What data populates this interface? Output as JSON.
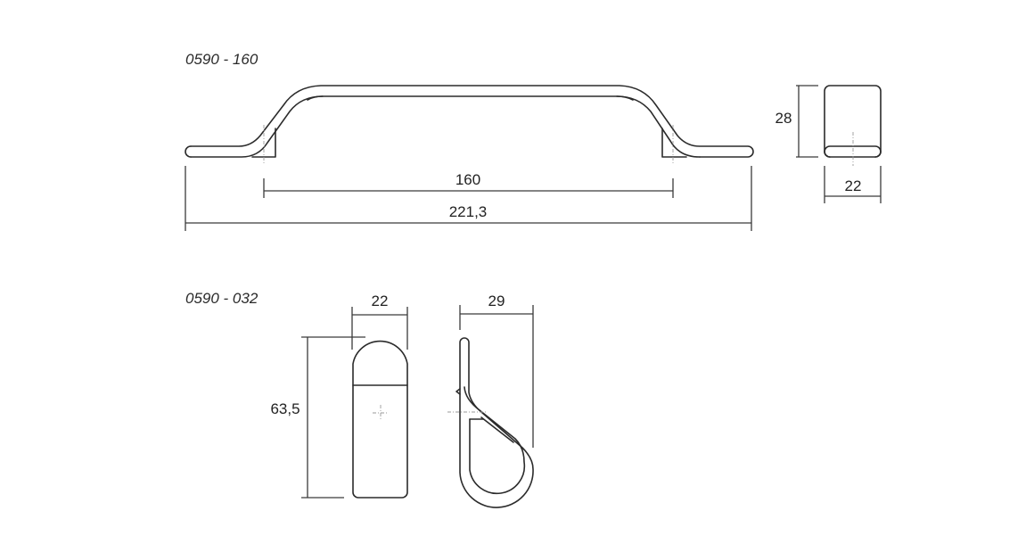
{
  "drawings": [
    {
      "part_code": "0590 - 160",
      "views": {
        "side": {
          "dimensions": {
            "hole_spacing": "160",
            "overall_length": "221,3"
          }
        },
        "end": {
          "dimensions": {
            "height": "28",
            "width": "22"
          }
        }
      }
    },
    {
      "part_code": "0590 - 032",
      "views": {
        "front": {
          "dimensions": {
            "width": "22",
            "height": "63,5"
          }
        },
        "side": {
          "dimensions": {
            "depth": "29"
          }
        }
      }
    }
  ],
  "colors": {
    "line": "#2b2b2b",
    "center_line": "#9a9a9a",
    "background": "#ffffff"
  }
}
